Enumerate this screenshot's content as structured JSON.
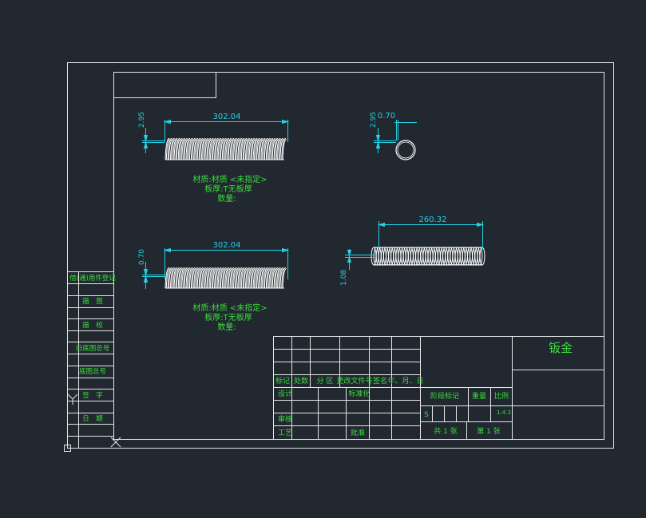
{
  "colors": {
    "background": "#212830",
    "frame": "#e6e6e6",
    "dimension": "#22d3e6",
    "text_green": "#3ddc3d",
    "title_block_text": "#3ddc3d",
    "spring": "#ffffff"
  },
  "views": {
    "top_left": {
      "length_dim": "302.04",
      "height_dim": "2.95",
      "material": "材质:材质 <未指定>",
      "thickness": "板厚:T无板厚",
      "quantity": "数量:"
    },
    "bottom_left": {
      "length_dim": "302.04",
      "height_dim": "0.70",
      "material": "材质:材质 <未指定>",
      "thickness": "板厚:T无板厚",
      "quantity": "数量:"
    },
    "end_view": {
      "height_dim": "2.95",
      "width_dim": "0.70"
    },
    "iso_view": {
      "length_dim": "260.32",
      "height_dim": "1.08"
    }
  },
  "left_strip": {
    "items": [
      "借(通)用件登记",
      "描　图",
      "描　校",
      "旧底图总号",
      "底图总号",
      "签　字",
      "日　期"
    ]
  },
  "title_block": {
    "part_name": "钣金",
    "header_row": [
      "标记",
      "处数",
      "分 区",
      "更改文件号",
      "签名",
      "年、月、日"
    ],
    "design": "设计",
    "standardize": "标准化",
    "review": "审核",
    "process": "工艺",
    "approve": "批准",
    "stage_mark": "阶段标记",
    "weight": "重量",
    "scale_label": "比例",
    "stage_s": "S",
    "scale_value": "1:4.3",
    "sheets_total": "共 1 张",
    "sheet_no": "第 1 张"
  }
}
